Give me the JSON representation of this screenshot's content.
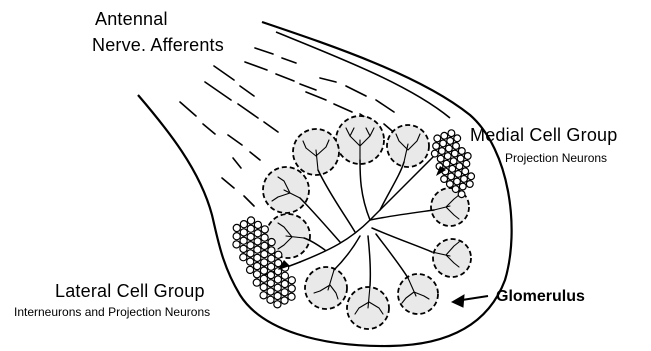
{
  "labels": {
    "afferents_line1": "Antennal",
    "afferents_line2": "Nerve. Afferents",
    "medial_title": "Medial Cell Group",
    "medial_sub": "Projection Neurons",
    "lateral_title": "Lateral Cell Group",
    "lateral_sub": "Interneurons and Projection Neurons",
    "glomerulus": "Glomerulus"
  },
  "icons": {
    "glomerulus_pointer": "arrow-left-icon"
  },
  "colors": {
    "ink": "#000000",
    "background": "#ffffff",
    "glomerulus_fill": "#e9e9e9"
  }
}
